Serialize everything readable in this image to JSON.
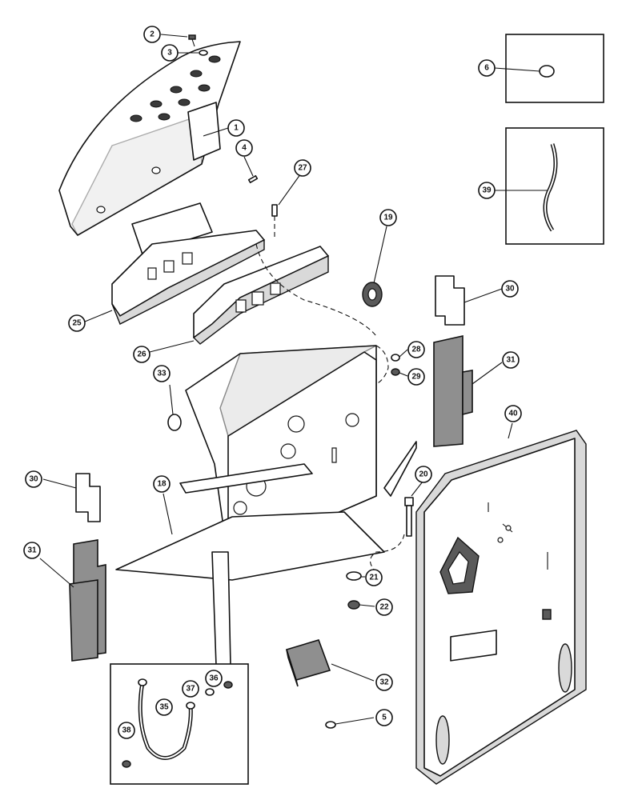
{
  "callouts": {
    "c1": "1",
    "c2": "2",
    "c3": "3",
    "c4": "4",
    "c5": "5",
    "c6": "6",
    "c18": "18",
    "c19": "19",
    "c20": "20",
    "c21": "21",
    "c22": "22",
    "c25": "25",
    "c26": "26",
    "c27": "27",
    "c28": "28",
    "c29": "29",
    "c30a": "30",
    "c30b": "30",
    "c31a": "31",
    "c31b": "31",
    "c32": "32",
    "c33": "33",
    "c35": "35",
    "c36": "36",
    "c37": "37",
    "c38": "38",
    "c39": "39",
    "c40": "40"
  }
}
